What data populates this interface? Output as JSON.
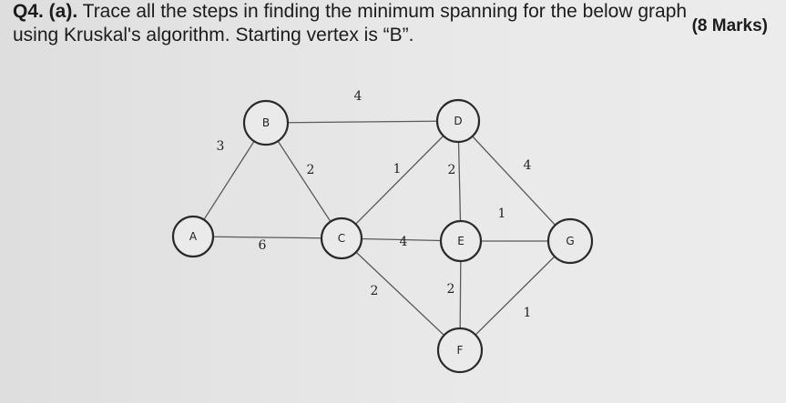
{
  "question": {
    "number": "Q4. (a).",
    "text": " Trace all the steps in finding the minimum spanning for the below graph using Kruskal's algorithm. Starting vertex is “B”.",
    "marks": "(8 Marks)"
  },
  "graph": {
    "nodes": [
      {
        "id": "A",
        "label": "A"
      },
      {
        "id": "B",
        "label": "B"
      },
      {
        "id": "C",
        "label": "C"
      },
      {
        "id": "D",
        "label": "D"
      },
      {
        "id": "E",
        "label": "E"
      },
      {
        "id": "F",
        "label": "F"
      },
      {
        "id": "G",
        "label": "G"
      }
    ],
    "edges": [
      {
        "from": "A",
        "to": "B",
        "weight": "3"
      },
      {
        "from": "B",
        "to": "D",
        "weight": "4"
      },
      {
        "from": "B",
        "to": "C",
        "weight": "2"
      },
      {
        "from": "A",
        "to": "C",
        "weight": "6"
      },
      {
        "from": "C",
        "to": "D",
        "weight": "1"
      },
      {
        "from": "C",
        "to": "E",
        "weight": "4"
      },
      {
        "from": "D",
        "to": "E",
        "weight": "2"
      },
      {
        "from": "D",
        "to": "G",
        "weight": "4"
      },
      {
        "from": "E",
        "to": "G",
        "weight": "1"
      },
      {
        "from": "C",
        "to": "F",
        "weight": "2"
      },
      {
        "from": "E",
        "to": "F",
        "weight": "2"
      },
      {
        "from": "F",
        "to": "G",
        "weight": "1"
      }
    ]
  }
}
